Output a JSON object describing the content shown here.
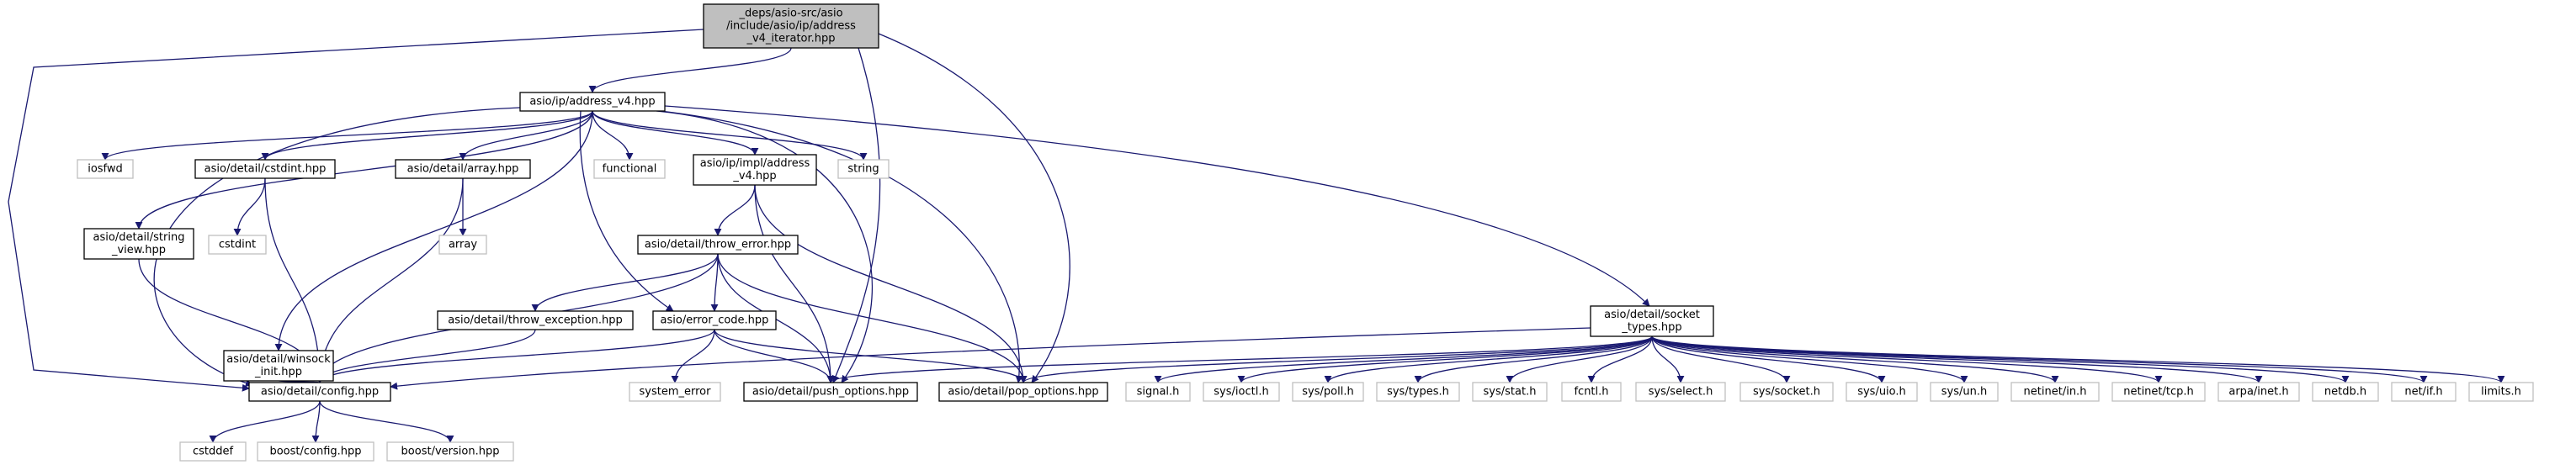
{
  "colors": {
    "edge": "#191970",
    "root_fill": "#bfbfbf",
    "node_border": "#000000",
    "external_border": "#bfbfbf",
    "node_fill": "#ffffff",
    "text": "#000000"
  },
  "nodes": [
    {
      "id": "root",
      "kind": "root",
      "lines": [
        "_deps/asio-src/asio",
        "/include/asio/ip/address",
        "_v4_iterator.hpp"
      ]
    },
    {
      "id": "address_v4",
      "kind": "local",
      "lines": [
        "asio/ip/address_v4.hpp"
      ]
    },
    {
      "id": "iosfwd",
      "kind": "external",
      "lines": [
        "iosfwd"
      ]
    },
    {
      "id": "cstdint_hpp",
      "kind": "local",
      "lines": [
        "asio/detail/cstdint.hpp"
      ]
    },
    {
      "id": "array_hpp",
      "kind": "local",
      "lines": [
        "asio/detail/array.hpp"
      ]
    },
    {
      "id": "functional",
      "kind": "external",
      "lines": [
        "functional"
      ]
    },
    {
      "id": "impl_address_v4",
      "kind": "local",
      "lines": [
        "asio/ip/impl/address",
        "_v4.hpp"
      ]
    },
    {
      "id": "string",
      "kind": "external",
      "lines": [
        "string"
      ]
    },
    {
      "id": "string_view",
      "kind": "local",
      "lines": [
        "asio/detail/string",
        "_view.hpp"
      ]
    },
    {
      "id": "cstdint",
      "kind": "external",
      "lines": [
        "cstdint"
      ]
    },
    {
      "id": "array",
      "kind": "external",
      "lines": [
        "array"
      ]
    },
    {
      "id": "throw_error",
      "kind": "local",
      "lines": [
        "asio/detail/throw_error.hpp"
      ]
    },
    {
      "id": "winsock_init",
      "kind": "local",
      "lines": [
        "asio/detail/winsock",
        "_init.hpp"
      ]
    },
    {
      "id": "throw_exception",
      "kind": "local",
      "lines": [
        "asio/detail/throw_exception.hpp"
      ]
    },
    {
      "id": "error_code",
      "kind": "local",
      "lines": [
        "asio/error_code.hpp"
      ]
    },
    {
      "id": "socket_types",
      "kind": "local",
      "lines": [
        "asio/detail/socket",
        "_types.hpp"
      ]
    },
    {
      "id": "config",
      "kind": "local",
      "lines": [
        "asio/detail/config.hpp"
      ]
    },
    {
      "id": "system_error",
      "kind": "external",
      "lines": [
        "system_error"
      ]
    },
    {
      "id": "push_options",
      "kind": "local",
      "lines": [
        "asio/detail/push_options.hpp"
      ]
    },
    {
      "id": "pop_options",
      "kind": "local",
      "lines": [
        "asio/detail/pop_options.hpp"
      ]
    },
    {
      "id": "signal_h",
      "kind": "external",
      "lines": [
        "signal.h"
      ]
    },
    {
      "id": "ioctl_h",
      "kind": "external",
      "lines": [
        "sys/ioctl.h"
      ]
    },
    {
      "id": "poll_h",
      "kind": "external",
      "lines": [
        "sys/poll.h"
      ]
    },
    {
      "id": "types_h",
      "kind": "external",
      "lines": [
        "sys/types.h"
      ]
    },
    {
      "id": "stat_h",
      "kind": "external",
      "lines": [
        "sys/stat.h"
      ]
    },
    {
      "id": "fcntl_h",
      "kind": "external",
      "lines": [
        "fcntl.h"
      ]
    },
    {
      "id": "select_h",
      "kind": "external",
      "lines": [
        "sys/select.h"
      ]
    },
    {
      "id": "socket_h",
      "kind": "external",
      "lines": [
        "sys/socket.h"
      ]
    },
    {
      "id": "uio_h",
      "kind": "external",
      "lines": [
        "sys/uio.h"
      ]
    },
    {
      "id": "un_h",
      "kind": "external",
      "lines": [
        "sys/un.h"
      ]
    },
    {
      "id": "in_h",
      "kind": "external",
      "lines": [
        "netinet/in.h"
      ]
    },
    {
      "id": "tcp_h",
      "kind": "external",
      "lines": [
        "netinet/tcp.h"
      ]
    },
    {
      "id": "inet_h",
      "kind": "external",
      "lines": [
        "arpa/inet.h"
      ]
    },
    {
      "id": "netdb_h",
      "kind": "external",
      "lines": [
        "netdb.h"
      ]
    },
    {
      "id": "if_h",
      "kind": "external",
      "lines": [
        "net/if.h"
      ]
    },
    {
      "id": "limits_h",
      "kind": "external",
      "lines": [
        "limits.h"
      ]
    },
    {
      "id": "cstddef",
      "kind": "external",
      "lines": [
        "cstddef"
      ]
    },
    {
      "id": "boost_config",
      "kind": "external",
      "lines": [
        "boost/config.hpp"
      ]
    },
    {
      "id": "boost_version",
      "kind": "external",
      "lines": [
        "boost/version.hpp"
      ]
    }
  ],
  "edges": [
    [
      "root",
      "address_v4"
    ],
    [
      "root",
      "config"
    ],
    [
      "root",
      "push_options"
    ],
    [
      "root",
      "pop_options"
    ],
    [
      "address_v4",
      "config"
    ],
    [
      "address_v4",
      "iosfwd"
    ],
    [
      "address_v4",
      "cstdint_hpp"
    ],
    [
      "address_v4",
      "array_hpp"
    ],
    [
      "address_v4",
      "functional"
    ],
    [
      "address_v4",
      "impl_address_v4"
    ],
    [
      "address_v4",
      "string"
    ],
    [
      "address_v4",
      "string_view"
    ],
    [
      "address_v4",
      "winsock_init"
    ],
    [
      "address_v4",
      "error_code"
    ],
    [
      "address_v4",
      "socket_types"
    ],
    [
      "address_v4",
      "push_options"
    ],
    [
      "address_v4",
      "pop_options"
    ],
    [
      "cstdint_hpp",
      "cstdint"
    ],
    [
      "cstdint_hpp",
      "config"
    ],
    [
      "array_hpp",
      "array"
    ],
    [
      "array_hpp",
      "config"
    ],
    [
      "string_view",
      "config"
    ],
    [
      "winsock_init",
      "config"
    ],
    [
      "impl_address_v4",
      "throw_error"
    ],
    [
      "impl_address_v4",
      "push_options"
    ],
    [
      "impl_address_v4",
      "pop_options"
    ],
    [
      "throw_error",
      "config"
    ],
    [
      "throw_error",
      "throw_exception"
    ],
    [
      "throw_error",
      "error_code"
    ],
    [
      "throw_error",
      "push_options"
    ],
    [
      "throw_error",
      "pop_options"
    ],
    [
      "throw_exception",
      "config"
    ],
    [
      "error_code",
      "config"
    ],
    [
      "error_code",
      "system_error"
    ],
    [
      "error_code",
      "push_options"
    ],
    [
      "error_code",
      "pop_options"
    ],
    [
      "socket_types",
      "config"
    ],
    [
      "socket_types",
      "push_options"
    ],
    [
      "socket_types",
      "pop_options"
    ],
    [
      "socket_types",
      "signal_h"
    ],
    [
      "socket_types",
      "ioctl_h"
    ],
    [
      "socket_types",
      "poll_h"
    ],
    [
      "socket_types",
      "types_h"
    ],
    [
      "socket_types",
      "stat_h"
    ],
    [
      "socket_types",
      "fcntl_h"
    ],
    [
      "socket_types",
      "select_h"
    ],
    [
      "socket_types",
      "socket_h"
    ],
    [
      "socket_types",
      "uio_h"
    ],
    [
      "socket_types",
      "un_h"
    ],
    [
      "socket_types",
      "in_h"
    ],
    [
      "socket_types",
      "tcp_h"
    ],
    [
      "socket_types",
      "inet_h"
    ],
    [
      "socket_types",
      "netdb_h"
    ],
    [
      "socket_types",
      "if_h"
    ],
    [
      "socket_types",
      "limits_h"
    ],
    [
      "config",
      "cstddef"
    ],
    [
      "config",
      "boost_config"
    ],
    [
      "config",
      "boost_version"
    ]
  ]
}
